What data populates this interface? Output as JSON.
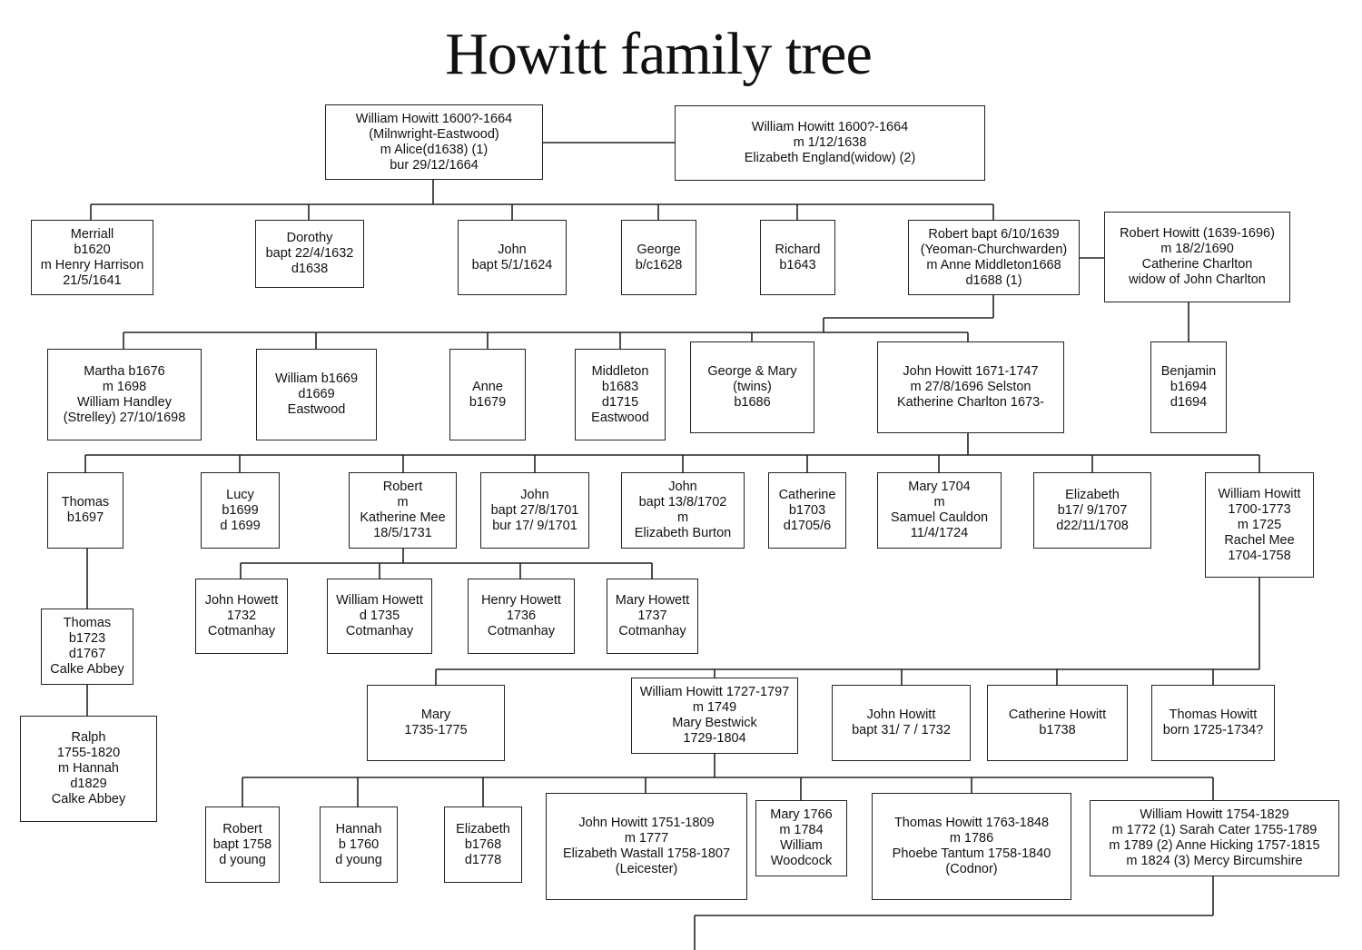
{
  "title": "Howitt family tree",
  "nodes": [
    {
      "id": "n01",
      "lines": [
        "William Howitt 1600?-1664",
        "(Milnwright-Eastwood)",
        "m Alice(d1638) (1)",
        "bur 29/12/1664"
      ]
    },
    {
      "id": "n02",
      "lines": [
        "William Howitt 1600?-1664",
        "m 1/12/1638",
        "Elizabeth England(widow) (2)"
      ]
    },
    {
      "id": "n03",
      "lines": [
        "Merriall",
        "b1620",
        "m Henry Harrison",
        "21/5/1641"
      ]
    },
    {
      "id": "n04",
      "lines": [
        "Dorothy",
        "bapt 22/4/1632",
        "d1638"
      ]
    },
    {
      "id": "n05",
      "lines": [
        "John",
        "bapt 5/1/1624"
      ]
    },
    {
      "id": "n06",
      "lines": [
        "George",
        "b/c1628"
      ]
    },
    {
      "id": "n07",
      "lines": [
        "Richard",
        "b1643"
      ]
    },
    {
      "id": "n08",
      "lines": [
        "Robert bapt 6/10/1639",
        "(Yeoman-Churchwarden)",
        "m Anne Middleton1668",
        "d1688 (1)"
      ]
    },
    {
      "id": "n09",
      "lines": [
        "Robert Howitt  (1639-1696)",
        "m 18/2/1690",
        "Catherine Charlton",
        "widow of John Charlton"
      ]
    },
    {
      "id": "n10",
      "lines": [
        "Martha b1676",
        "m 1698",
        "William Handley",
        "(Strelley) 27/10/1698"
      ]
    },
    {
      "id": "n11",
      "lines": [
        "William b1669",
        "d1669",
        "Eastwood"
      ]
    },
    {
      "id": "n12",
      "lines": [
        "Anne",
        "b1679"
      ]
    },
    {
      "id": "n13",
      "lines": [
        "Middleton",
        "b1683",
        "d1715",
        "Eastwood"
      ]
    },
    {
      "id": "n14",
      "lines": [
        "George & Mary",
        "(twins)",
        "b1686"
      ]
    },
    {
      "id": "n15",
      "lines": [
        "John Howitt 1671-1747",
        "m 27/8/1696 Selston",
        "Katherine Charlton 1673-"
      ]
    },
    {
      "id": "n16",
      "lines": [
        "Benjamin",
        "b1694",
        "d1694"
      ]
    },
    {
      "id": "n17",
      "lines": [
        "Thomas",
        "b1697"
      ]
    },
    {
      "id": "n18",
      "lines": [
        "Lucy",
        "b1699",
        "d 1699"
      ]
    },
    {
      "id": "n19",
      "lines": [
        "Robert",
        "m",
        "Katherine Mee",
        "18/5/1731"
      ]
    },
    {
      "id": "n20",
      "lines": [
        "John",
        "bapt 27/8/1701",
        "bur 17/ 9/1701"
      ]
    },
    {
      "id": "n21",
      "lines": [
        "John",
        "bapt 13/8/1702",
        "m",
        "Elizabeth Burton"
      ]
    },
    {
      "id": "n22",
      "lines": [
        "Catherine",
        "b1703",
        "d1705/6"
      ]
    },
    {
      "id": "n23",
      "lines": [
        "Mary 1704",
        "m",
        "Samuel Cauldon",
        "11/4/1724"
      ]
    },
    {
      "id": "n24",
      "lines": [
        "Elizabeth",
        "b17/ 9/1707",
        "d22/11/1708"
      ]
    },
    {
      "id": "n25",
      "lines": [
        "William Howitt",
        "1700-1773",
        "m 1725",
        "Rachel Mee",
        "1704-1758"
      ]
    },
    {
      "id": "n26",
      "lines": [
        "John Howett",
        "1732",
        "Cotmanhay"
      ]
    },
    {
      "id": "n27",
      "lines": [
        "William Howett",
        "d 1735",
        "Cotmanhay"
      ]
    },
    {
      "id": "n28",
      "lines": [
        "Henry Howett",
        "1736",
        "Cotmanhay"
      ]
    },
    {
      "id": "n29",
      "lines": [
        "Mary Howett",
        "1737",
        "Cotmanhay"
      ]
    },
    {
      "id": "n30",
      "lines": [
        "Thomas",
        "b1723",
        "d1767",
        "Calke Abbey"
      ]
    },
    {
      "id": "n31",
      "lines": [
        "Ralph",
        "1755-1820",
        "m Hannah",
        "d1829",
        "Calke Abbey"
      ]
    },
    {
      "id": "n32",
      "lines": [
        "Mary",
        "1735-1775"
      ]
    },
    {
      "id": "n33",
      "lines": [
        "William Howitt 1727-1797",
        "m 1749",
        "Mary Bestwick",
        "1729-1804"
      ]
    },
    {
      "id": "n34",
      "lines": [
        "John Howitt",
        "bapt 31/ 7 / 1732"
      ]
    },
    {
      "id": "n35",
      "lines": [
        "Catherine Howitt",
        "b1738"
      ]
    },
    {
      "id": "n36",
      "lines": [
        "Thomas Howitt",
        "born 1725-1734?"
      ]
    },
    {
      "id": "n37",
      "lines": [
        "Robert",
        "bapt 1758",
        "d young"
      ]
    },
    {
      "id": "n38",
      "lines": [
        "Hannah",
        "b 1760",
        "d young"
      ]
    },
    {
      "id": "n39",
      "lines": [
        "Elizabeth",
        "b1768",
        "d1778"
      ]
    },
    {
      "id": "n40",
      "lines": [
        "John Howitt 1751-1809",
        "m 1777",
        "Elizabeth Wastall 1758-1807",
        "(Leicester)"
      ]
    },
    {
      "id": "n41",
      "lines": [
        "Mary 1766",
        "m 1784",
        "William",
        "Woodcock"
      ]
    },
    {
      "id": "n42",
      "lines": [
        "Thomas Howitt 1763-1848",
        "m 1786",
        "Phoebe Tantum 1758-1840",
        "(Codnor)"
      ]
    },
    {
      "id": "n43",
      "lines": [
        "William Howitt 1754-1829",
        "m 1772 (1) Sarah Cater 1755-1789",
        "m 1789 (2) Anne Hicking 1757-1815",
        "m 1824 (3) Mercy Bircumshire"
      ]
    }
  ]
}
